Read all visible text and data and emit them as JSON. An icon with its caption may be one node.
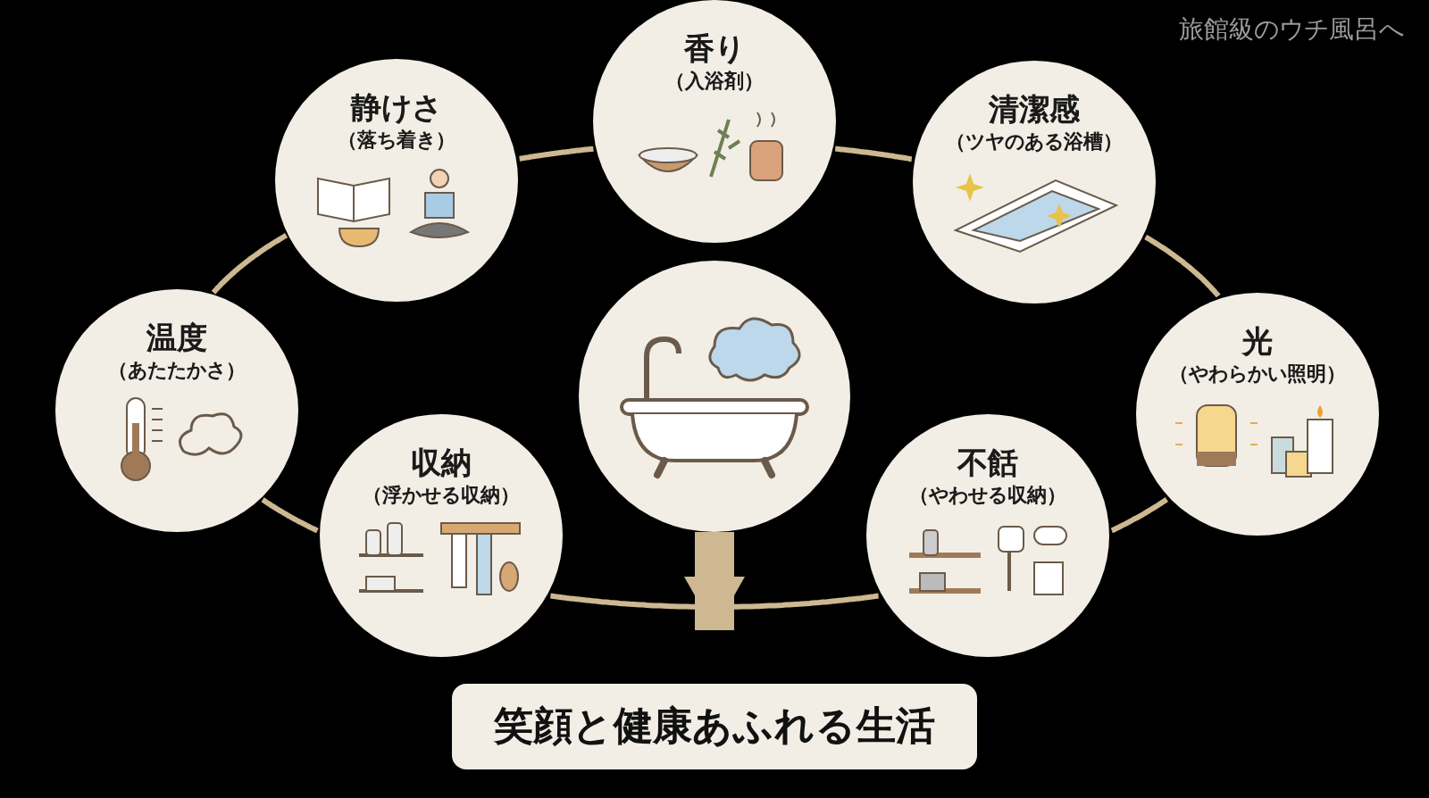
{
  "diagram": {
    "title": "旅館級のウチ風呂へ",
    "nodes": [
      {
        "text": [
          "香り",
          "（入浴剤）"
        ]
      },
      {
        "text": [
          "静けさ",
          "（落ち着き）"
        ]
      },
      {
        "text": [
          "清潔感",
          "（ツヤのある浴槽）"
        ]
      },
      {
        "text": [
          "温度",
          "（あたたかさ）"
        ]
      },
      {
        "text": [],
        "shape": "picture"
      },
      {
        "text": [
          "光",
          "（やわらかい照明）"
        ]
      },
      {
        "text": [
          "収納",
          "（浮かせる収納）"
        ]
      },
      {
        "text": [
          "不餂",
          "（やわせる収納）"
        ]
      },
      {
        "text": [
          "笑顔と健康あふれる生活"
        ]
      }
    ],
    "edges": [
      {
        "from": 3,
        "to": 1,
        "arrow": "none"
      },
      {
        "from": 1,
        "to": 0,
        "arrow": "none"
      },
      {
        "from": 0,
        "to": 2,
        "arrow": "none"
      },
      {
        "from": 2,
        "to": 5,
        "arrow": "none"
      },
      {
        "from": 5,
        "to": 7,
        "arrow": "none"
      },
      {
        "from": 7,
        "to": 6,
        "arrow": "none"
      },
      {
        "from": 6,
        "to": 3,
        "arrow": "none"
      },
      {
        "from": 4,
        "to": 8,
        "arrow": "to",
        "style": "thick"
      }
    ]
  }
}
